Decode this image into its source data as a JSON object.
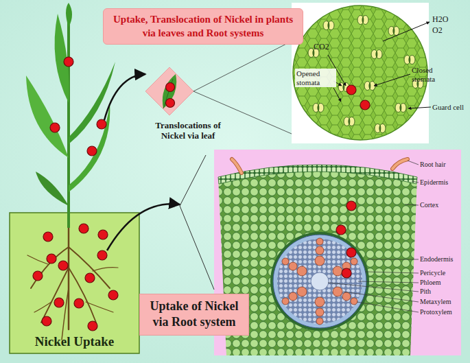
{
  "diagram": {
    "title": "Uptake, Translocation of Nickel in plants via leaves and Root systems",
    "nodes": [
      {
        "text": [
          "Nickel Uptake"
        ]
      },
      {
        "text": [
          "Uptake of Nickel via Root system"
        ]
      }
    ],
    "labels": [
      "CO2",
      "H2O",
      "O2",
      "Opened stomata",
      "Closed stomata",
      "Guard cell",
      "Translocations of Nickel via leaf",
      "Root hair",
      "Epidermis",
      "Cortex",
      "Endodermis",
      "Pericycle",
      "Phloem",
      "Pith",
      "Metaxylem",
      "Protoxylem"
    ]
  }
}
